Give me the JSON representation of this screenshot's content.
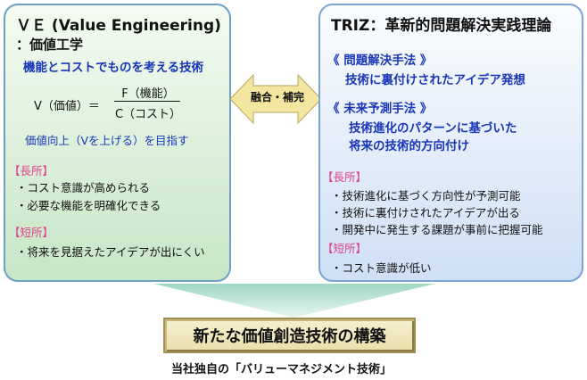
{
  "ve": {
    "title": "ＶＥ (Value Engineering)",
    "subtitle": "：価値工学",
    "tagline": "機能とコストでものを考える技術",
    "formula_lhs": "V（価値）＝",
    "formula_num": "F（機能）",
    "formula_den": "C（コスト）",
    "goal": "価値向上（Vを上げる）を目指す",
    "strengths_label": "【長所】",
    "strengths": [
      "・コスト意識が高められる",
      "・必要な機能を明確化できる"
    ],
    "weaknesses_label": "【短所】",
    "weaknesses": [
      "・将来を見据えたアイデアが出にくい"
    ]
  },
  "center": {
    "label": "融合・補完"
  },
  "triz": {
    "title": "TRIZ：革新的問題解決実践理論",
    "section1_label": "《 問題解決手法 》",
    "section1_text": "技術に裏付けされたアイデア発想",
    "section2_label": "《 未来予測手法 》",
    "section2_lines": [
      "技術進化のパターンに基づいた",
      "将来の技術的方向付け"
    ],
    "strengths_label": "【長所】",
    "strengths": [
      "・技術進化に基づく方向性が予測可能",
      "・技術に裏付けされたアイデアが出る",
      "・開発中に発生する課題が事前に把握可能"
    ],
    "weaknesses_label": "【短所】",
    "weaknesses": [
      "・コスト意識が低い"
    ]
  },
  "result": {
    "title": "新たな価値創造技術の構築",
    "caption": "当社独自の「バリューマネジメント技術」"
  },
  "colors": {
    "ve_bg": "#c7e6c6",
    "triz_bg": "#cfe0f5",
    "accent_blue": "#1936b8",
    "label_pink": "#e0408a",
    "arrow_fill": "#f3e6a0",
    "result_bg": "#e9dfaa"
  }
}
